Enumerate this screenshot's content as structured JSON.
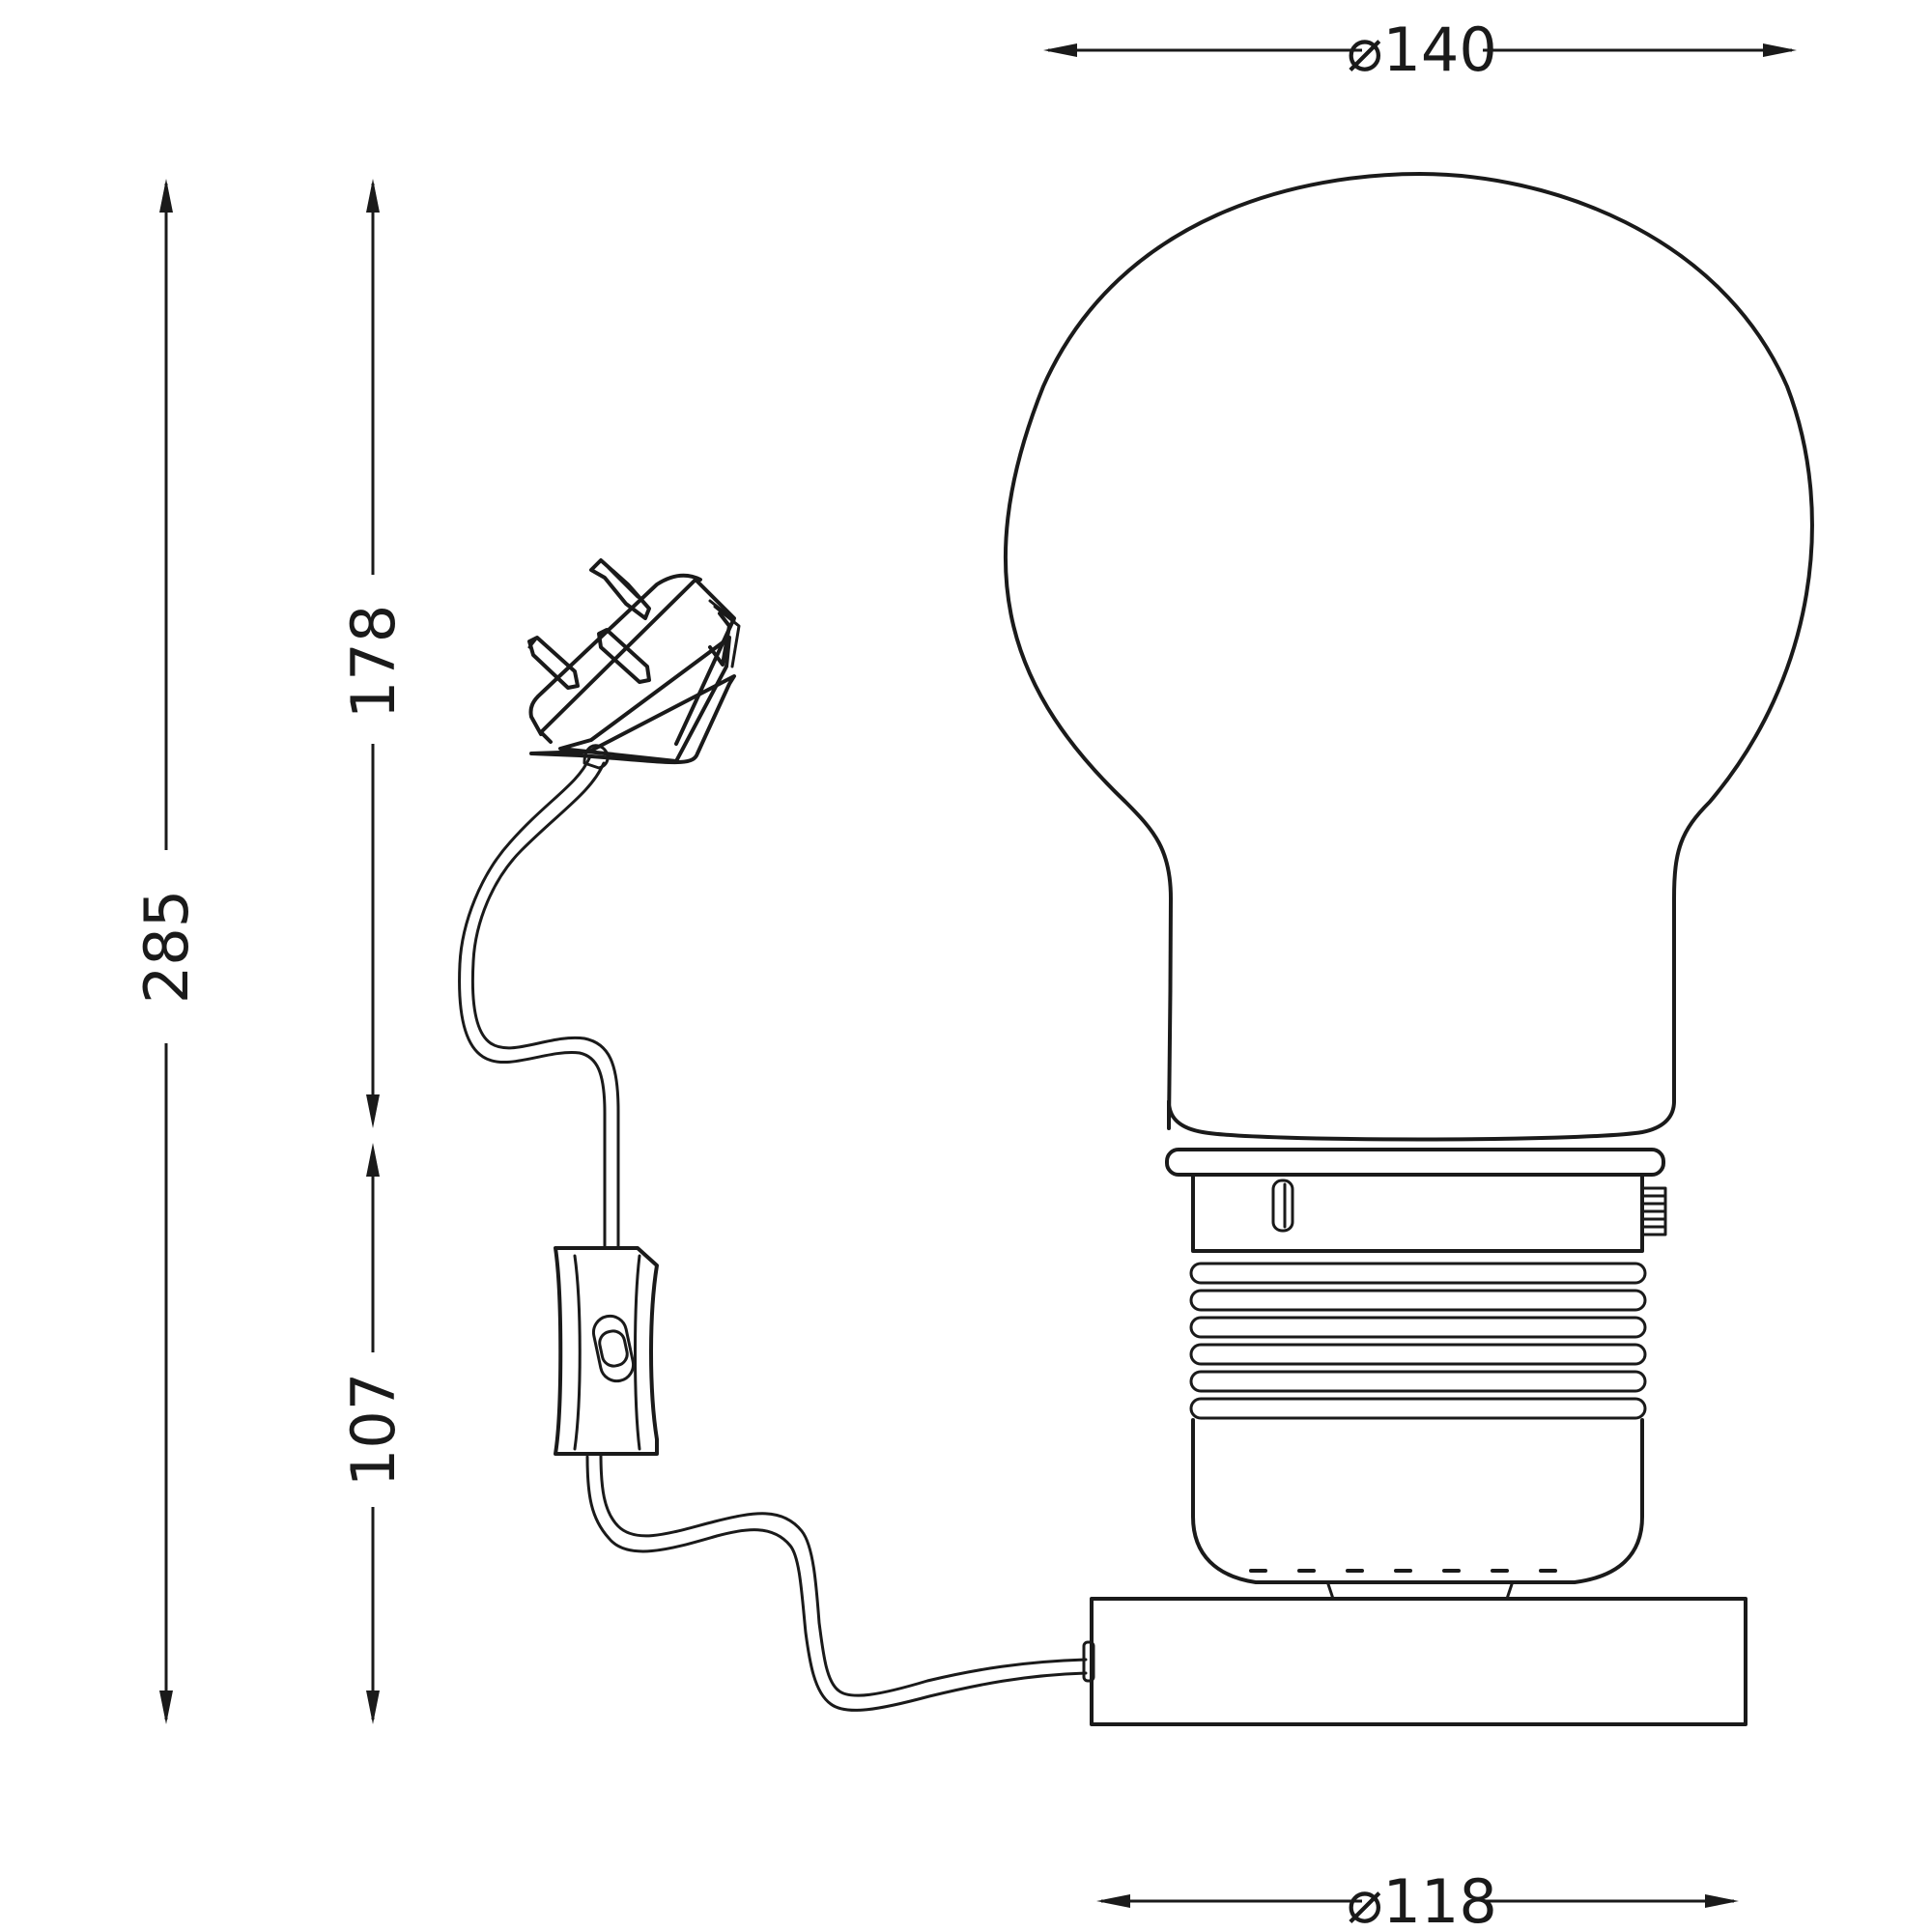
{
  "dimensions": {
    "top_diameter": "⌀140",
    "bottom_diameter": "⌀118",
    "total_height": "285",
    "upper_height": "178",
    "lower_height": "107"
  },
  "colors": {
    "line": "#1a1a1a",
    "background": "#ffffff"
  }
}
